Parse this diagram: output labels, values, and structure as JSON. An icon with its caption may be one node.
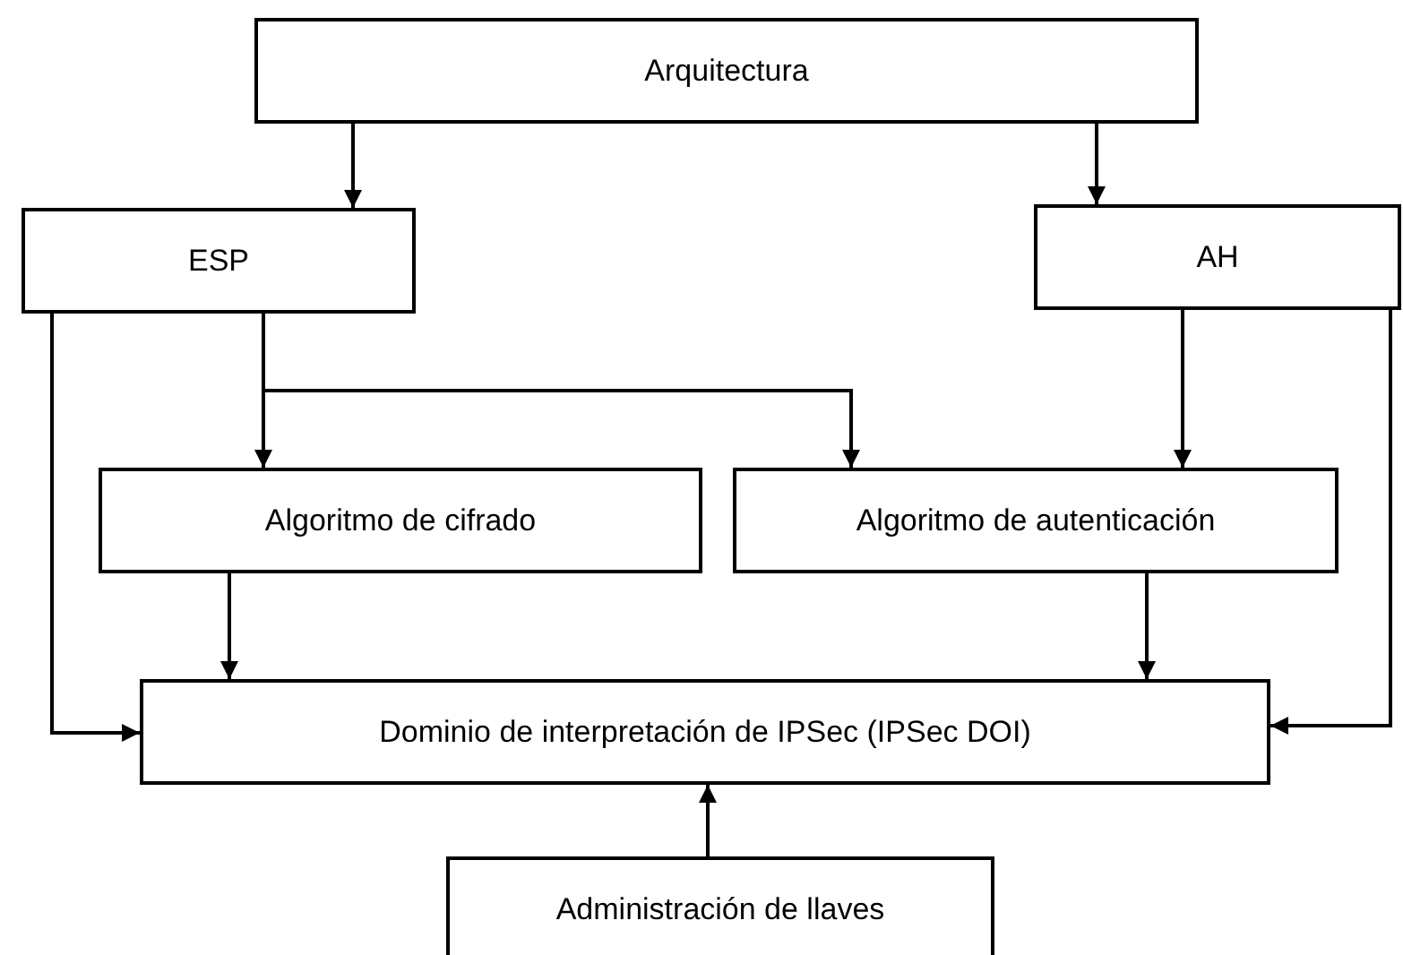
{
  "diagram": {
    "nodes": [
      {
        "text": [
          "Arquitectura"
        ]
      },
      {
        "text": [
          "ESP"
        ]
      },
      {
        "text": [
          "AH"
        ]
      },
      {
        "text": [
          "Algoritmo de cifrado"
        ]
      },
      {
        "text": [
          "Algoritmo de autenticación"
        ]
      },
      {
        "text": [
          "Dominio de interpretación de IPSec (IPSec DOI)"
        ]
      },
      {
        "text": [
          "Administración de llaves"
        ]
      }
    ],
    "edges": [
      {
        "from": 0,
        "to": 1,
        "arrow": "to"
      },
      {
        "from": 0,
        "to": 2,
        "arrow": "to"
      },
      {
        "from": 1,
        "to": 3,
        "arrow": "to"
      },
      {
        "from": 1,
        "to": 4,
        "arrow": "to"
      },
      {
        "from": 2,
        "to": 4,
        "arrow": "to"
      },
      {
        "from": 1,
        "to": 5,
        "arrow": "to"
      },
      {
        "from": 2,
        "to": 5,
        "arrow": "to"
      },
      {
        "from": 3,
        "to": 5,
        "arrow": "to"
      },
      {
        "from": 4,
        "to": 5,
        "arrow": "to"
      },
      {
        "from": 6,
        "to": 5,
        "arrow": "to"
      }
    ]
  }
}
